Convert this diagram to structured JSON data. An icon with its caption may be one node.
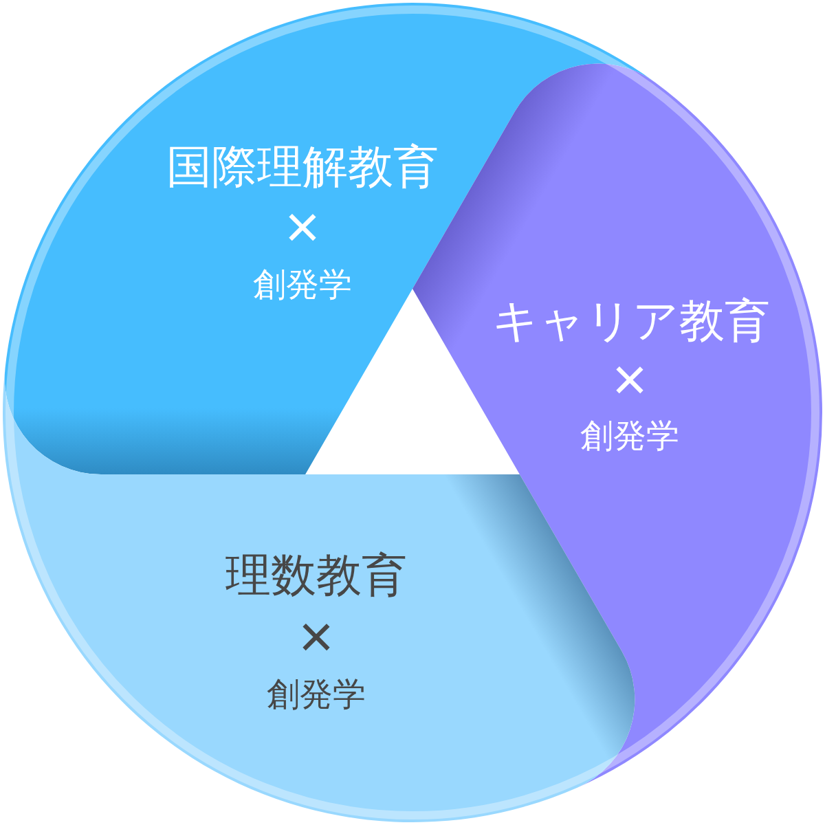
{
  "diagram": {
    "nodes": [
      {
        "text": [
          "国際理解教育",
          "×",
          "創発学"
        ]
      },
      {
        "text": [
          "キャリア教育",
          "×",
          "創発学"
        ]
      },
      {
        "text": [
          "理数教育",
          "×",
          "創発学"
        ]
      }
    ]
  }
}
